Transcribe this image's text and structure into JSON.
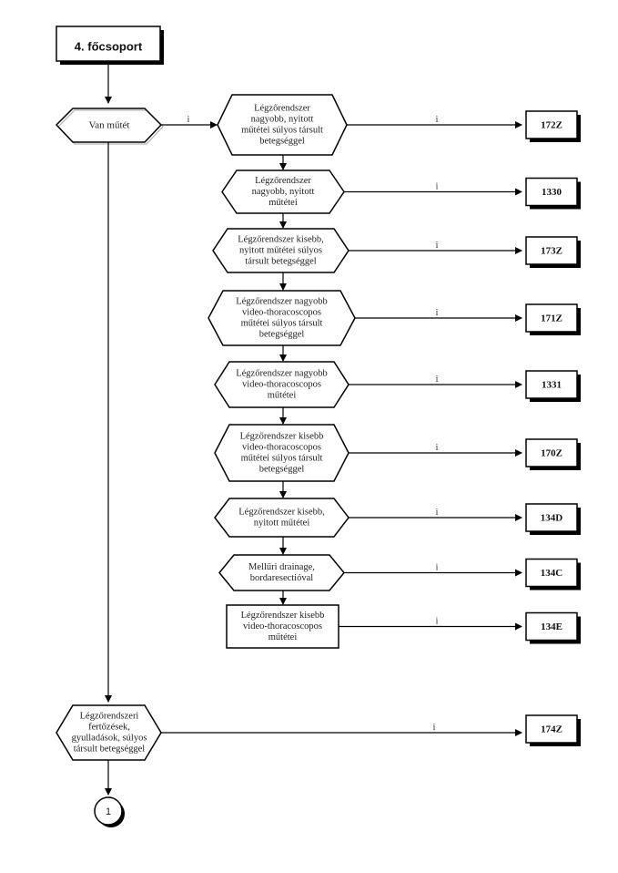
{
  "title": "4. főcsoport",
  "start_decision": "Van műtét",
  "edge_label": "i",
  "steps": [
    {
      "lines": [
        "Légzőrendszer",
        "nagyobb, nyitott",
        "műtétei súlyos társult",
        "betegséggel"
      ],
      "code": "172Z"
    },
    {
      "lines": [
        "Légzőrendszer",
        "nagyobb, nyitott",
        "műtétei"
      ],
      "code": "1330"
    },
    {
      "lines": [
        "Légzőrendszer kisebb,",
        "nyitott műtétei súlyos",
        "társult betegséggel"
      ],
      "code": "173Z"
    },
    {
      "lines": [
        "Légzőrendszer nagyobb",
        "video-thoracoscopos",
        "műtétei súlyos társult",
        "betegséggel"
      ],
      "code": "171Z"
    },
    {
      "lines": [
        "Légzőrendszer nagyobb",
        "video-thoracoscopos",
        "műtétei"
      ],
      "code": "1331"
    },
    {
      "lines": [
        "Légzőrendszer kisebb",
        "video-thoracoscopos",
        "műtétei súlyos társult",
        "betegséggel"
      ],
      "code": "170Z"
    },
    {
      "lines": [
        "Légzőrendszer kisebb,",
        "nyitott műtétei"
      ],
      "code": "134D"
    },
    {
      "lines": [
        "Mellűri drainage,",
        "bordaresectióval"
      ],
      "code": "134C"
    },
    {
      "lines": [
        "Légzőrendszer kisebb",
        "video-thoracoscopos",
        "műtétei"
      ],
      "code": "134E"
    }
  ],
  "second_decision": {
    "lines": [
      "Légzőrendszeri",
      "fertőzések,",
      "gyulladások, súlyos",
      "társult betegséggel"
    ],
    "code": "174Z"
  },
  "connector": "1"
}
